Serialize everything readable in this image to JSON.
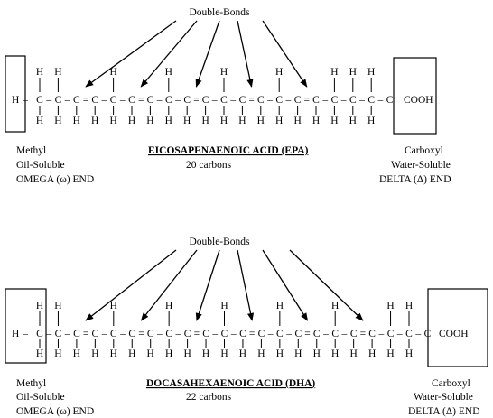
{
  "molecules": [
    {
      "id": "epa",
      "title": "EICOSAPENAENOIC ACID  (EPA)",
      "carbons": "20 carbons",
      "double_bonds_label": "Double-Bonds",
      "atoms": {
        "carbon": "C",
        "hydrogen": "H",
        "cooh": "COOH"
      },
      "bond_symbols": {
        "single": "–",
        "double": "="
      },
      "chain": [
        "–",
        "–",
        "=",
        "–",
        "–",
        "=",
        "–",
        "–",
        "=",
        "–",
        "–",
        "=",
        "–",
        "–",
        "=",
        "–",
        "–",
        "–",
        "–"
      ],
      "h_top": [
        1,
        1,
        0,
        0,
        1,
        0,
        0,
        1,
        0,
        0,
        1,
        0,
        0,
        1,
        0,
        0,
        1,
        1,
        1,
        0
      ],
      "h_bottom": [
        1,
        1,
        1,
        1,
        1,
        1,
        1,
        1,
        1,
        1,
        1,
        1,
        1,
        1,
        1,
        1,
        1,
        1,
        1,
        0
      ],
      "left_labels": [
        "Methyl",
        "Oil-Soluble",
        "OMEGA (ω) END"
      ],
      "right_labels": [
        "Carboxyl",
        "Water-Soluble",
        "DELTA (Δ) END"
      ]
    },
    {
      "id": "dha",
      "title": "DOCASAHEXAENOIC ACID  (DHA)",
      "carbons": "22 carbons",
      "double_bonds_label": "Double-Bonds",
      "atoms": {
        "carbon": "C",
        "hydrogen": "H",
        "cooh": "COOH"
      },
      "bond_symbols": {
        "single": "–",
        "double": "="
      },
      "chain": [
        "–",
        "–",
        "=",
        "–",
        "–",
        "=",
        "–",
        "–",
        "=",
        "–",
        "–",
        "=",
        "–",
        "–",
        "=",
        "–",
        "–",
        "=",
        "–",
        "–",
        "–"
      ],
      "h_top": [
        1,
        1,
        0,
        0,
        1,
        0,
        0,
        1,
        0,
        0,
        1,
        0,
        0,
        1,
        0,
        0,
        1,
        0,
        0,
        1,
        1,
        0
      ],
      "h_bottom": [
        1,
        1,
        1,
        1,
        1,
        1,
        1,
        1,
        1,
        1,
        1,
        1,
        1,
        1,
        1,
        1,
        1,
        1,
        1,
        1,
        1,
        0
      ],
      "left_labels": [
        "Methyl",
        "Oil-Soluble",
        "OMEGA (ω) END"
      ],
      "right_labels": [
        "Carboxyl",
        "Water-Soluble",
        "DELTA (Δ) END"
      ]
    }
  ]
}
